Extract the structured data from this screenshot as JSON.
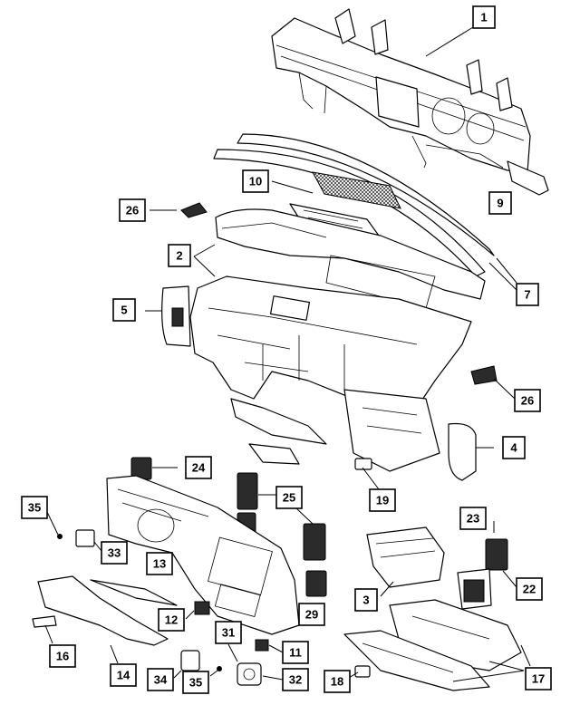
{
  "callouts": [
    {
      "id": "c1",
      "label": "1"
    },
    {
      "id": "c2",
      "label": "2"
    },
    {
      "id": "c3",
      "label": "3"
    },
    {
      "id": "c4",
      "label": "4"
    },
    {
      "id": "c5",
      "label": "5"
    },
    {
      "id": "c7",
      "label": "7"
    },
    {
      "id": "c9",
      "label": "9"
    },
    {
      "id": "c10",
      "label": "10"
    },
    {
      "id": "c11",
      "label": "11"
    },
    {
      "id": "c12",
      "label": "12"
    },
    {
      "id": "c13",
      "label": "13"
    },
    {
      "id": "c14",
      "label": "14"
    },
    {
      "id": "c16",
      "label": "16"
    },
    {
      "id": "c17",
      "label": "17"
    },
    {
      "id": "c18",
      "label": "18"
    },
    {
      "id": "c19",
      "label": "19"
    },
    {
      "id": "c22",
      "label": "22"
    },
    {
      "id": "c23",
      "label": "23"
    },
    {
      "id": "c24",
      "label": "24"
    },
    {
      "id": "c25",
      "label": "25"
    },
    {
      "id": "c26a",
      "label": "26"
    },
    {
      "id": "c26b",
      "label": "26"
    },
    {
      "id": "c29",
      "label": "29"
    },
    {
      "id": "c31",
      "label": "31"
    },
    {
      "id": "c32",
      "label": "32"
    },
    {
      "id": "c33",
      "label": "33"
    },
    {
      "id": "c34",
      "label": "34"
    },
    {
      "id": "c35a",
      "label": "35"
    },
    {
      "id": "c35b",
      "label": "35"
    }
  ]
}
